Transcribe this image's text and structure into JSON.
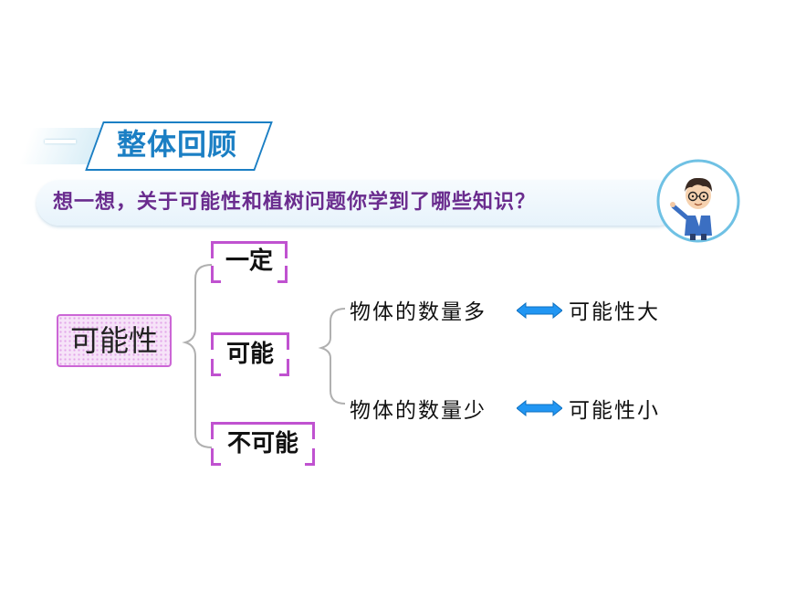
{
  "section": {
    "number": "一",
    "title": "整体回顾"
  },
  "question": {
    "text": "想一想，关于可能性和植树问题你学到了哪些知识？"
  },
  "avatar": {
    "icon": "teacher-avatar-icon"
  },
  "mindmap": {
    "root": "可能性",
    "options": [
      "一定",
      "可能",
      "不可能"
    ],
    "relations": [
      {
        "left": "物体的数量多",
        "right": "可能性大"
      },
      {
        "left": "物体的数量少",
        "right": "可能性小"
      }
    ]
  },
  "colors": {
    "accent_blue": "#1b7fc4",
    "question_purple": "#6a2c8e",
    "bracket_purple": "#c052d0",
    "root_fill": "#f6e3f8",
    "arrow_blue": "#2196f3"
  }
}
